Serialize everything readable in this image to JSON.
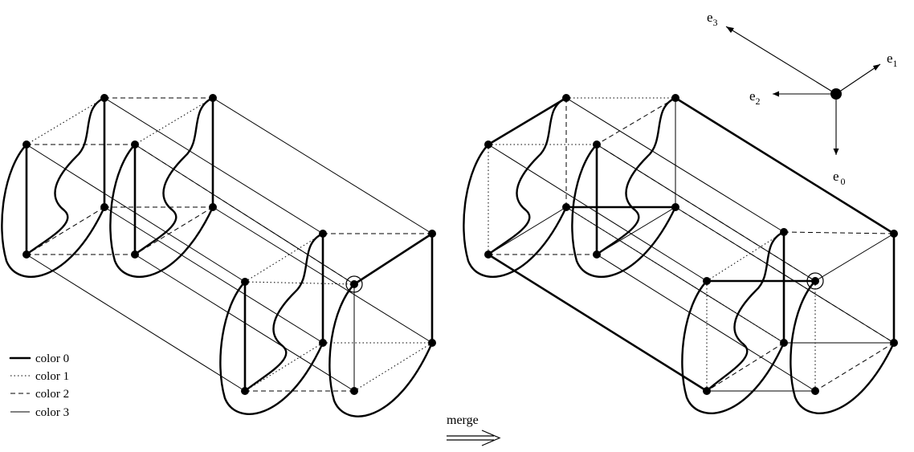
{
  "legend": [
    {
      "label": "color 0",
      "style": "thick"
    },
    {
      "label": "color 1",
      "style": "dotted"
    },
    {
      "label": "color 2",
      "style": "dashed"
    },
    {
      "label": "color 3",
      "style": "thin"
    }
  ],
  "arrow_label": "merge",
  "axes": [
    {
      "name": "e",
      "sub": "3"
    },
    {
      "name": "e",
      "sub": "1"
    },
    {
      "name": "e",
      "sub": "2"
    },
    {
      "name": "e",
      "sub": "0"
    }
  ]
}
